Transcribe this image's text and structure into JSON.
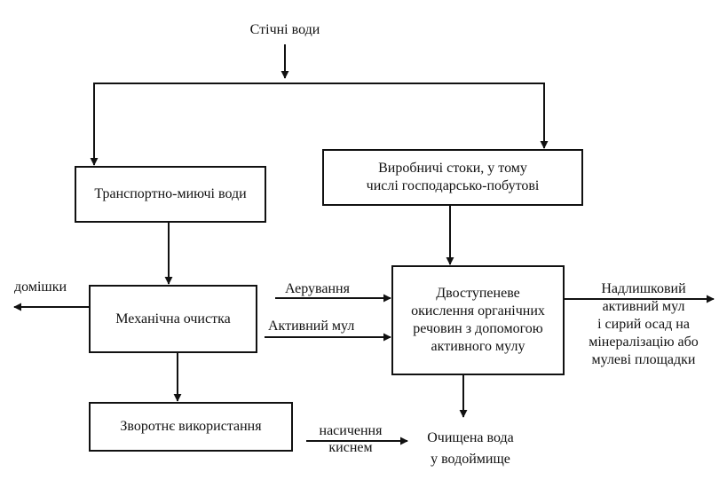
{
  "diagram": {
    "nodes": {
      "wastewater": "Стічні води",
      "transport_wash": "Транспортно-миючі води",
      "production": "Виробничі стоки, у тому\nчислі господарсько-побутові",
      "mechanical": "Механічна очистка",
      "oxidation": "Двоступеневе\nокислення органічних\nречовин з допомогою\nактивного мулу",
      "reuse": "Зворотнє використання",
      "clean_water": "Очищена вода\nу водоймище"
    },
    "labels": {
      "impurities": "домішки",
      "aeration": "Аерування",
      "activated_sludge": "Активний мул",
      "excess": "Надлишковий\nактивний мул\nі сирий осад на\nмінералізацію або\nмулеві площадки",
      "oxygen": "насичення\nкиснем"
    }
  }
}
